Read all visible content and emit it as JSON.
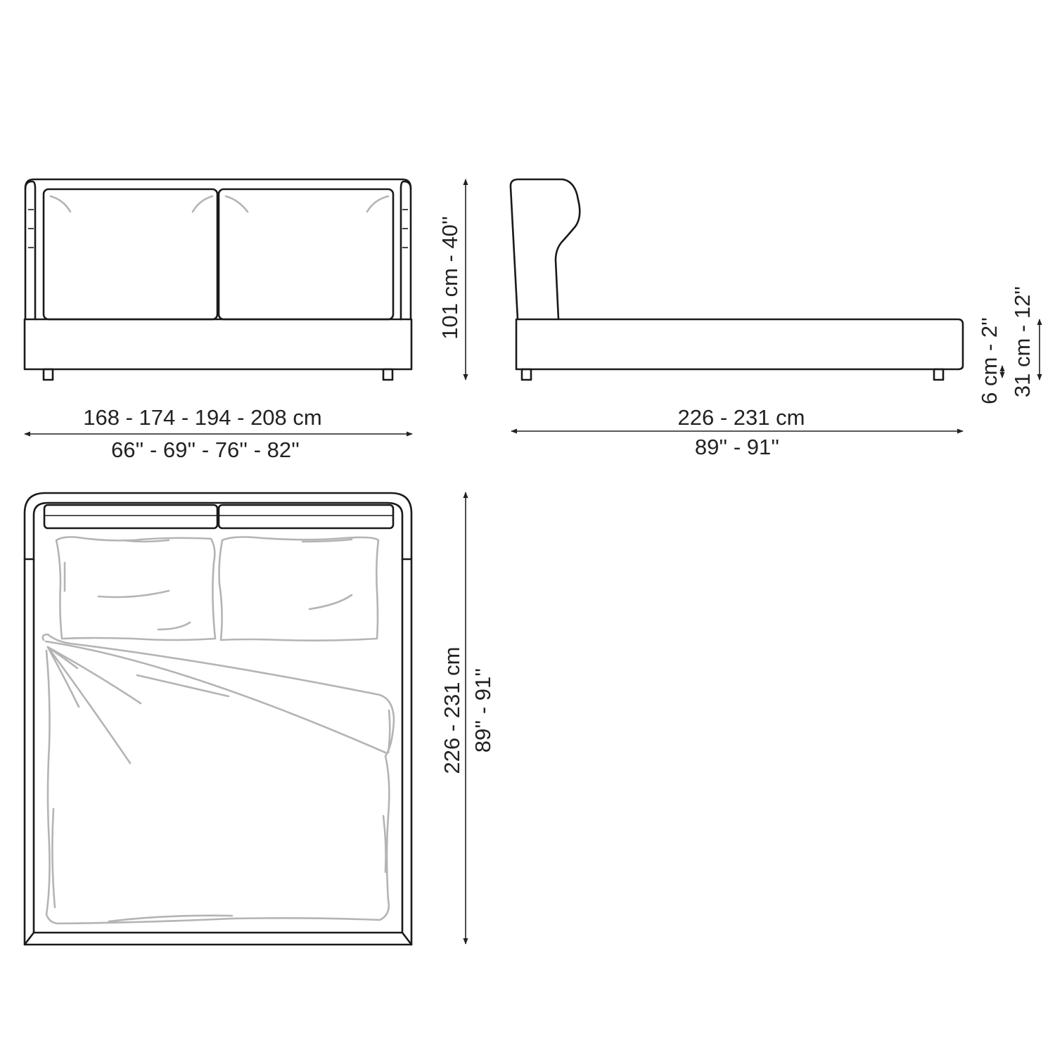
{
  "colors": {
    "outline": "#1a1a1a",
    "bedding": "#b4b4b4",
    "text": "#222222",
    "background": "#ffffff"
  },
  "front_view": {
    "width_cm": "168 - 174 - 194 - 208 cm",
    "width_in": "66'' - 69'' - 76'' - 82''",
    "height": "101 cm - 40''"
  },
  "side_view": {
    "length_cm": "226 - 231 cm",
    "length_in": "89'' - 91''",
    "leg_clearance": "6 cm - 2''",
    "base_height": "31 cm - 12''"
  },
  "top_view": {
    "length_cm": "226 - 231 cm",
    "length_in": "89'' - 91''"
  }
}
